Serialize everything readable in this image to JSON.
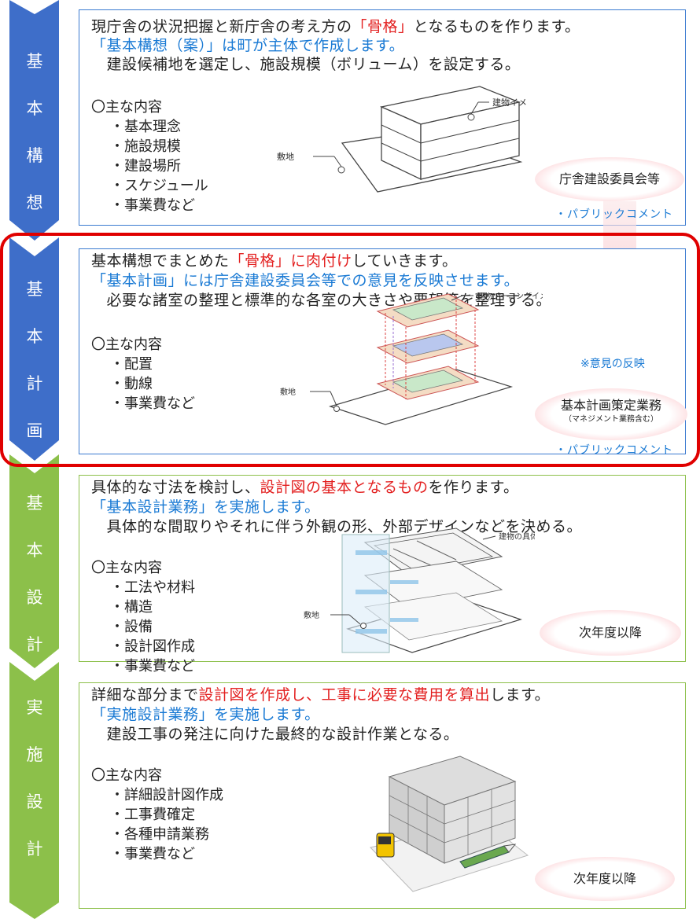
{
  "phases": [
    {
      "label": [
        "基",
        "本",
        "構",
        "想"
      ],
      "lines": [
        [
          {
            "t": "現庁舎の状況把握と新庁舎の考え方の",
            "c": "black"
          },
          {
            "t": "「骨格」",
            "c": "red"
          },
          {
            "t": "となるものを作ります。",
            "c": "black"
          }
        ],
        [
          {
            "t": "「基本構想（案）」は町が主体で作成します。",
            "c": "blue"
          }
        ],
        [
          {
            "t": "　建設候補地を選定し、施設規模（ボリューム）を設定する。",
            "c": "black"
          }
        ]
      ],
      "content_title": "〇主な内容",
      "items": [
        "・基本理念",
        "・施設規模",
        "・建設場所",
        "・スケジュール",
        "・事業費など"
      ],
      "figure_labels": {
        "building": "建物イメージ",
        "site": "敷地"
      },
      "oval": "庁舎建設委員会等",
      "public_comment": "・パブリックコメント"
    },
    {
      "label": [
        "基",
        "本",
        "計",
        "画"
      ],
      "lines": [
        [
          {
            "t": "基本構想でまとめた",
            "c": "black"
          },
          {
            "t": "「骨格」に肉付け",
            "c": "red"
          },
          {
            "t": "していきます。",
            "c": "black"
          }
        ],
        [
          {
            "t": "「基本計画」には庁舎建設委員会等での意見を反映させます。",
            "c": "blue"
          }
        ],
        [
          {
            "t": "　必要な諸室の整理と標準的な各室の大きさや要望等を整理する。",
            "c": "black"
          }
        ]
      ],
      "content_title": "〇主な内容",
      "items": [
        "・配置",
        "・動線",
        "・事業費など"
      ],
      "figure_labels": {
        "building": "建物ゾーニングイメージ",
        "site": "敷地"
      },
      "reflection_note": "※意見の反映",
      "oval": "基本計画策定業務",
      "oval_sub": "（マネジメント業務含む）",
      "public_comment": "・パブリックコメント"
    },
    {
      "label": [
        "基",
        "本",
        "設",
        "計"
      ],
      "lines": [
        [
          {
            "t": "具体的な寸法を検討し、",
            "c": "black"
          },
          {
            "t": "設計図の基本となるもの",
            "c": "red"
          },
          {
            "t": "を作ります。",
            "c": "black"
          }
        ],
        [
          {
            "t": "「基本設計業務」を実施します。",
            "c": "blue"
          }
        ],
        [
          {
            "t": "　具体的な間取りやそれに伴う外観の形、外部デザインなどを決める。",
            "c": "black"
          }
        ]
      ],
      "content_title": "〇主な内容",
      "items": [
        "・工法や材料",
        "・構造",
        "・設備",
        "・設計図作成",
        "・事業費など"
      ],
      "figure_labels": {
        "building": "建物の具体化",
        "site": "敷地"
      },
      "oval": "次年度以降"
    },
    {
      "label": [
        "実",
        "施",
        "設",
        "計"
      ],
      "lines": [
        [
          {
            "t": "詳細な部分まで",
            "c": "black"
          },
          {
            "t": "設計図を作成し、工事に必要な費用を算出",
            "c": "red"
          },
          {
            "t": "します。",
            "c": "black"
          }
        ],
        [
          {
            "t": "「実施設計業務」を実施します。",
            "c": "blue"
          }
        ],
        [
          {
            "t": "　建設工事の発注に向けた最終的な設計作業となる。",
            "c": "black"
          }
        ]
      ],
      "content_title": "〇主な内容",
      "items": [
        "・詳細設計図作成",
        "・工事費確定",
        "・各種申請業務",
        "・事業費など"
      ],
      "oval": "次年度以降"
    }
  ],
  "colors": {
    "phase1_arrow": "#3e6ec9",
    "phase2_arrow": "#3e6ec9",
    "phase3_arrow": "#8cc04a",
    "phase4_arrow": "#8cc04a",
    "highlight_border": "#e00000",
    "blue_text": "#1a7ad4",
    "red_text": "#e32020"
  }
}
